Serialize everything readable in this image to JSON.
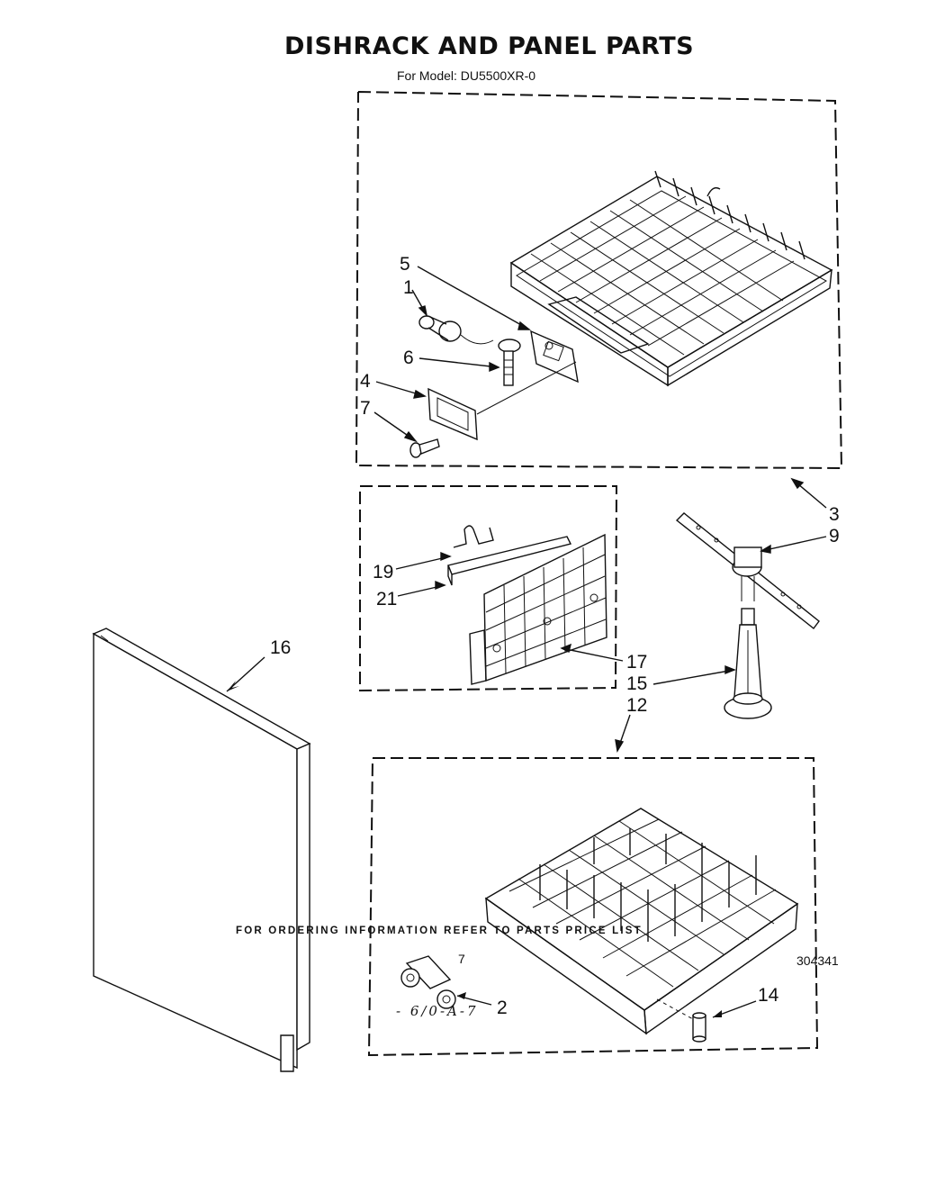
{
  "header": {
    "title": "DISHRACK AND PANEL PARTS",
    "subtitle": "For Model: DU5500XR-0"
  },
  "callouts": {
    "c1": "1",
    "c2": "2",
    "c3": "3",
    "c4": "4",
    "c5": "5",
    "c6": "6",
    "c7": "7",
    "c9": "9",
    "c12": "12",
    "c14": "14",
    "c15": "15",
    "c16": "16",
    "c17": "17",
    "c19": "19",
    "c21": "21"
  },
  "footer": {
    "ordering_note": "FOR ORDERING INFORMATION REFER TO PARTS PRICE LIST",
    "page_number": "7",
    "document_number": "304341",
    "handwritten_note": "- 6/0-A-7"
  }
}
